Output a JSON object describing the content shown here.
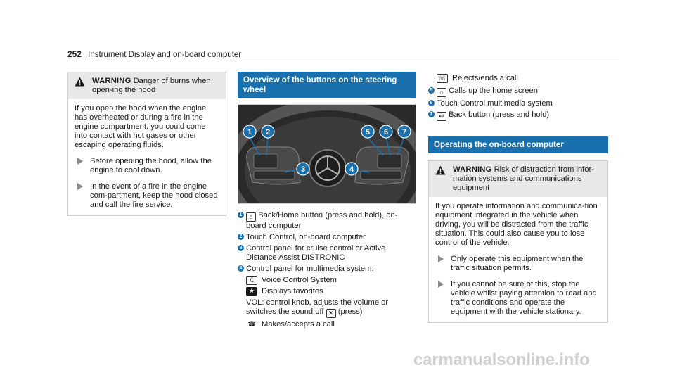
{
  "header": {
    "page_number": "252",
    "title": "Instrument Display and on-board computer"
  },
  "warning1": {
    "label": "WARNING",
    "heading": "Danger of burns when open-ing the hood",
    "body": "If you open the hood when the engine has overheated or during a fire in the engine compartment, you could come into contact with hot gases or other escaping operating fluids.",
    "bullets": [
      "Before opening the hood, allow the engine to cool down.",
      "In the event of a fire in the engine com-partment, keep the hood closed and call the fire service."
    ]
  },
  "section1": {
    "title": "Overview of the buttons on the steering wheel",
    "items": [
      {
        "num": "1",
        "text": "Back/Home button (press and hold), on-board computer"
      },
      {
        "num": "2",
        "text": "Touch Control, on-board computer"
      },
      {
        "num": "3",
        "text": "Control panel for cruise control or Active Distance Assist DISTRONIC"
      },
      {
        "num": "4",
        "text": "Control panel for multimedia system:"
      }
    ],
    "sub_items": [
      {
        "icon": "voice-icon",
        "text": "Voice Control System"
      },
      {
        "icon": "star-icon",
        "text": "Displays favorites"
      }
    ],
    "vol_text_a": "VOL: control knob, adjusts the volume or switches the sound off",
    "vol_text_b": "(press)",
    "call_text": "Makes/accepts a call"
  },
  "col3_list": {
    "reject_text": "Rejects/ends a call",
    "items": [
      {
        "num": "5",
        "text": "Calls up the home screen"
      },
      {
        "num": "6",
        "text": "Touch Control multimedia system"
      },
      {
        "num": "7",
        "text": "Back button (press and hold)"
      }
    ]
  },
  "section2": {
    "title": "Operating the on-board computer"
  },
  "warning2": {
    "label": "WARNING",
    "heading": "Risk of distraction from infor-mation systems and communications equipment",
    "body": "If you operate information and communica-tion equipment integrated in the vehicle when driving, you will be distracted from the traffic situation. This could also cause you to lose control of the vehicle.",
    "bullets": [
      "Only operate this equipment when the traffic situation permits.",
      "If you cannot be sure of this, stop the vehicle whilst paying attention to road and traffic conditions and operate the equipment with the vehicle stationary."
    ]
  },
  "figure_numbers": [
    "1",
    "2",
    "3",
    "4",
    "5",
    "6",
    "7"
  ],
  "watermark": "carmanualsonline.info",
  "colors": {
    "accent": "#1a6fad",
    "warning_bg": "#e8e8e8"
  }
}
